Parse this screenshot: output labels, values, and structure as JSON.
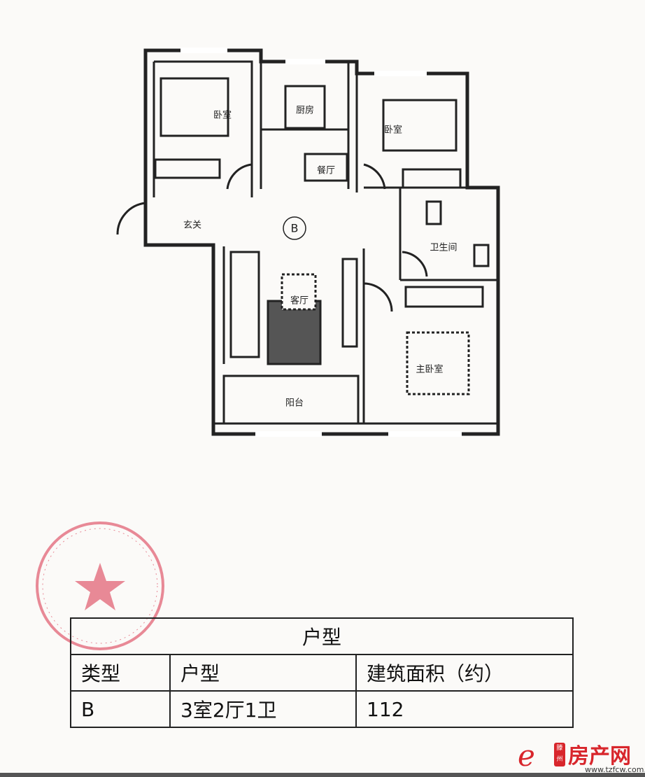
{
  "floor_plan": {
    "unit_mark": "B",
    "rooms": {
      "bedroom_left": "卧室",
      "kitchen": "厨房",
      "dining": "餐厅",
      "bedroom_right": "卧室",
      "entrance": "玄关",
      "bathroom": "卫生间",
      "living": "客厅",
      "master_bedroom": "主卧室",
      "balcony": "阳台"
    }
  },
  "stamp": {
    "color": "#e05a6e"
  },
  "table": {
    "title": "户型",
    "headers": [
      "类型",
      "户型",
      "建筑面积（约）"
    ],
    "rows": [
      [
        "B",
        "3室2厅1卫",
        "112"
      ]
    ]
  },
  "logo": {
    "name": "滕州房产网",
    "region": "滕州",
    "brand": "房产网",
    "url": "www.tzfcw.com.cn",
    "color": "#d8262c"
  }
}
